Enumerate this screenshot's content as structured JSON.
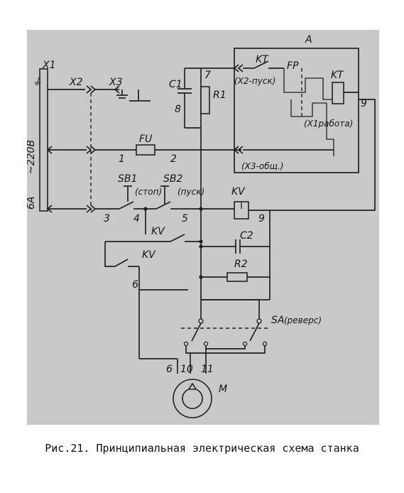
{
  "caption": "Рис.21. Принципиальная электрическая схема станка",
  "labels": {
    "x1": "X1",
    "x2": "X2",
    "x3": "X3",
    "voltage": "~220В",
    "current": "6А",
    "block_a": "A",
    "kt_contact": "KT",
    "x2_start": "(X2-пуск)",
    "fp": "FP",
    "kt_coil": "KT",
    "x1_work": "(X1работа)",
    "x3_common": "(X3-общ.)",
    "c1": "C1",
    "r1": "R1",
    "fu": "FU",
    "sb1": "SB1",
    "sb1_note": "(стоп)",
    "sb2": "SB2",
    "sb2_note": "(пуск)",
    "kv_coil": "KV",
    "kv_contact1": "KV",
    "kv_contact2": "KV",
    "c2": "C2",
    "r2": "R2",
    "sa": "SA",
    "sa_note": "(реверс)",
    "motor": "M"
  },
  "nodes": {
    "n1": "1",
    "n2": "2",
    "n3": "3",
    "n4": "4",
    "n5": "5",
    "n6a": "6",
    "n6b": "6",
    "n7": "7",
    "n8": "8",
    "n9a": "9",
    "n9b": "9",
    "n10": "10",
    "n11": "11"
  },
  "colors": {
    "paper": "#c9c9c9",
    "ink": "#202020",
    "page": "#ffffff"
  }
}
